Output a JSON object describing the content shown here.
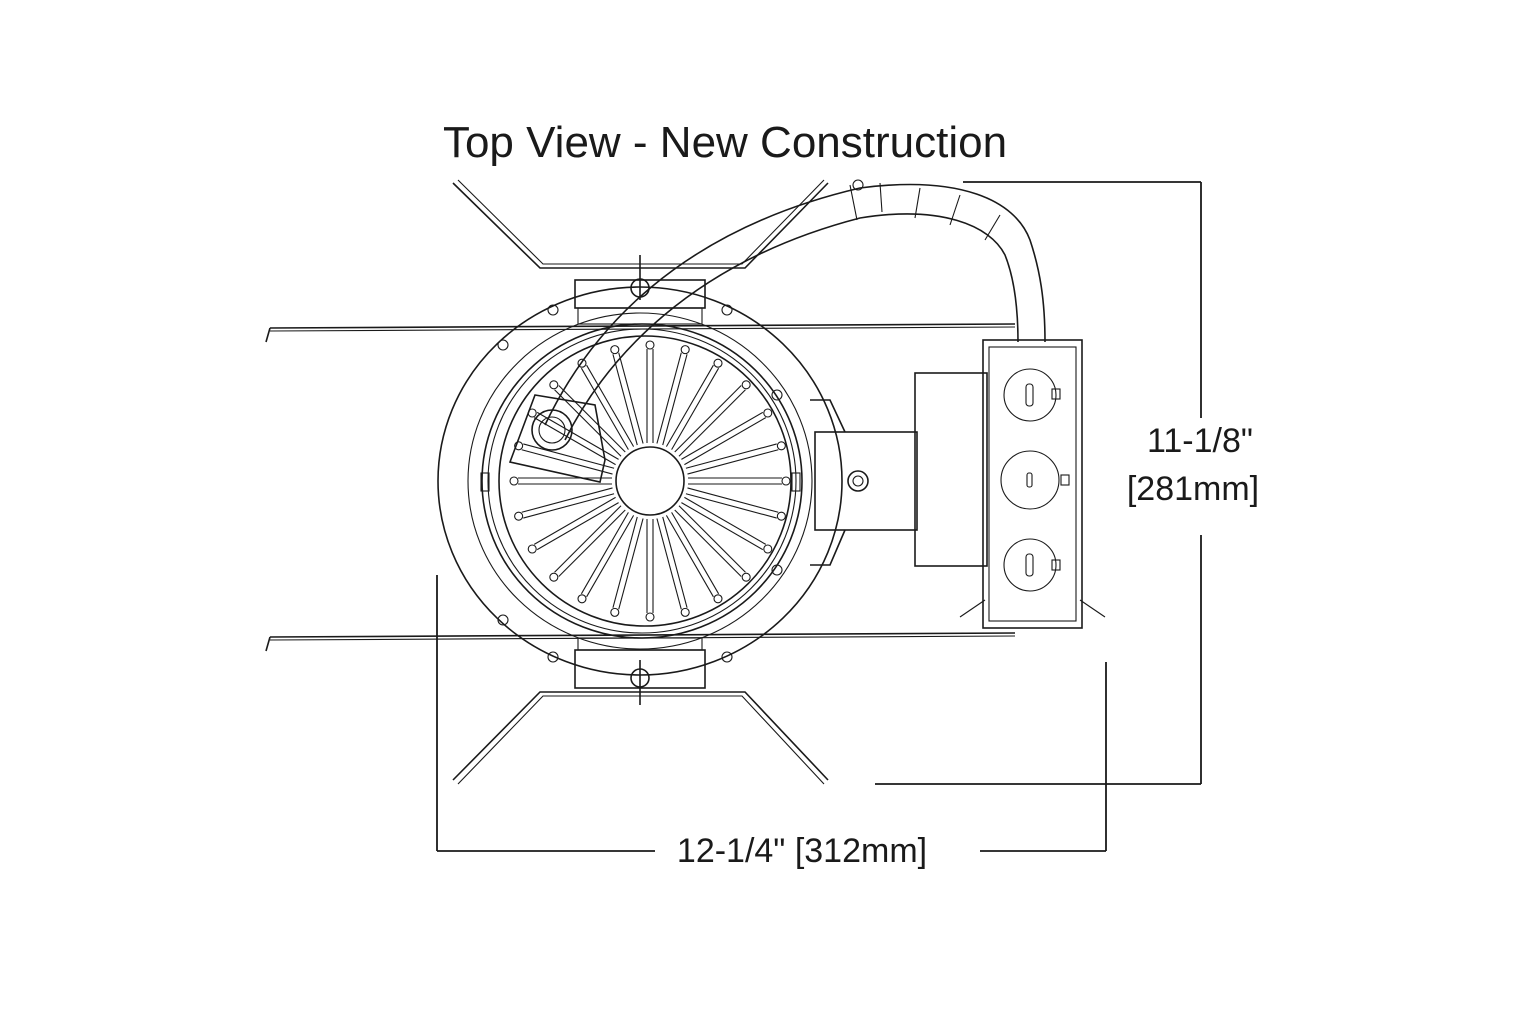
{
  "title": "Top View - New Construction",
  "dimensions": {
    "height_imperial": "11-1/8\"",
    "height_metric": "[281mm]",
    "width_label": "12-1/4\" [312mm]"
  },
  "colors": {
    "line": "#1a1a1a",
    "background": "#ffffff"
  }
}
